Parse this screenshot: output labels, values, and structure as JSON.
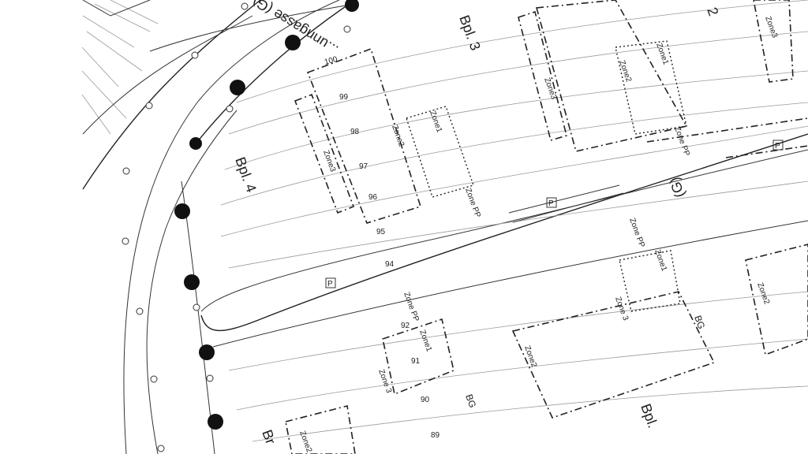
{
  "street": {
    "name": "...unngasse (G)"
  },
  "plots": {
    "bpl3": "Bpl. 3",
    "bpl4": "Bpl. 4",
    "bpl2": "2",
    "bpl_lower": "Bpl.",
    "bpl_bottom": "Br"
  },
  "zones": {
    "zone1": "Zone1",
    "zone2": "Zone2",
    "zone3": "Zone3",
    "zonepp": "Zone PP",
    "zone3b": "Zone 3",
    "bg": "BG",
    "g": "(G)",
    "parking": "P"
  },
  "contours": [
    "100",
    "99",
    "98",
    "97",
    "96",
    "95",
    "94",
    "92",
    "91",
    "90",
    "89"
  ]
}
